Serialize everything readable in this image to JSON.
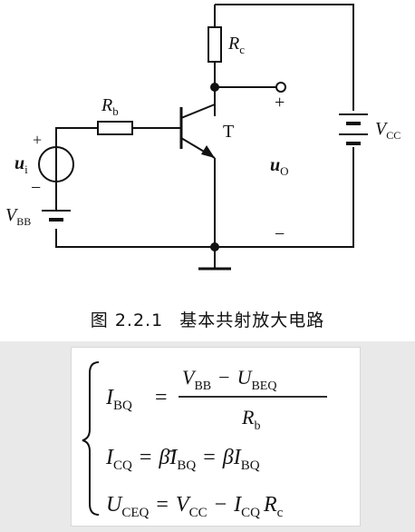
{
  "figure": {
    "caption_number": "图 2.2.1",
    "caption_title": "基本共射放大电路",
    "labels": {
      "rc": "R",
      "rc_sub": "c",
      "rb": "R",
      "rb_sub": "b",
      "transistor": "T",
      "ui": "u",
      "ui_sub": "i",
      "uo": "u",
      "uo_sub": "O",
      "vbb": "V",
      "vbb_sub": "BB",
      "vcc": "V",
      "vcc_sub": "CC",
      "plus": "+",
      "minus": "−"
    }
  },
  "equations": {
    "ibq_lhs": "I",
    "ibq_lhs_sub": "BQ",
    "eq": "=",
    "num_v": "V",
    "num_v_sub": "BB",
    "num_minus": "−",
    "num_u": "U",
    "num_u_sub": "BEQ",
    "den_r": "R",
    "den_r_sub": "b",
    "icq_lhs": "I",
    "icq_lhs_sub": "CQ",
    "beta_bar": "β̄",
    "ibq1": "I",
    "ibq1_sub": "BQ",
    "beta": "β",
    "ibq2": "I",
    "ibq2_sub": "BQ",
    "uceq_lhs": "U",
    "uceq_lhs_sub": "CEQ",
    "vcc": "V",
    "vcc_sub": "CC",
    "minus": "−",
    "icq": "I",
    "icq_sub": "CQ",
    "rc": "R",
    "rc_sub": "c"
  }
}
